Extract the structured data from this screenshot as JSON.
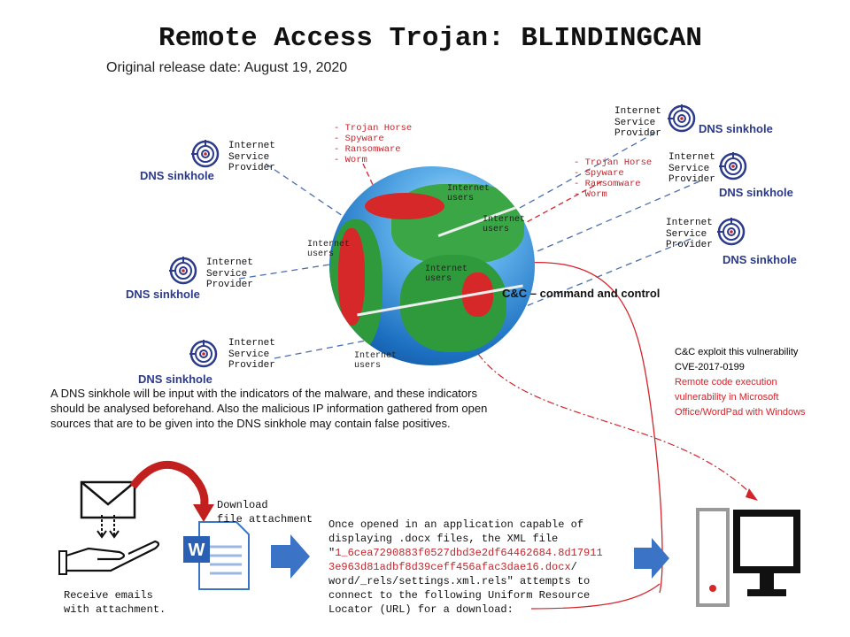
{
  "title": "Remote Access Trojan: BLINDINGCAN",
  "subtitle": "Original release date: August 19, 2020",
  "isp_label": "Internet\nService\nProvider",
  "dns_label": "DNS sinkhole",
  "malware_list": "- Trojan Horse\n- Spyware\n- Ransomware\n- Worm",
  "internet_users": "Internet\nusers",
  "cc_label": "C&C – command and control",
  "paragraph": "A DNS sinkhole will be input with the indicators of the malware, and these indicators should be analysed beforehand. Also the malicious IP information gathered from open sources that are to be given into the DNS sinkhole may contain false positives.",
  "cve": {
    "line1": "C&C exploit this  vulnerability",
    "line2": "CVE-2017-0199",
    "line3": "Remote  code execution",
    "line4": "vulnerability  in Microsoft",
    "line5": "Office/WordPad   with Windows"
  },
  "bottom": {
    "receive": "Receive emails\nwith attachment.",
    "download": "Download\nfile attachment",
    "desc_1": "Once opened in an application capable of\ndisplaying .docx files, the XML file\n\"",
    "desc_red": "1_6cea7290883f0527dbd3e2df64462684.8d17911\n3e963d81adbf8d39ceff456afac3dae16.docx",
    "desc_2": "/\nword/_rels/settings.xml.rels\" attempts to\nconnect to the following Uniform Resource\nLocator (URL) for a download:"
  },
  "colors": {
    "red": "#c3262d",
    "blue_dash": "#4a6fae",
    "arrow": "#3b73c6"
  }
}
